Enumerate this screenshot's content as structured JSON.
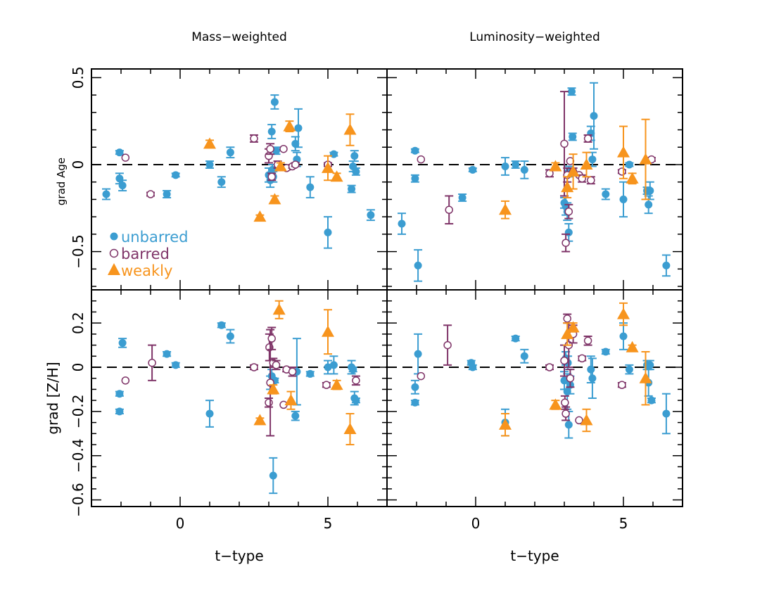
{
  "chart_data": {
    "type": "scatter",
    "column_titles": [
      "Mass−weighted",
      "Luminosity−weighted"
    ],
    "xlabel": "t−type",
    "ylabel_top": "grad Age",
    "ylabel_bottom": "grad [Z/H]",
    "xlim": [
      -3,
      7
    ],
    "xticks": [
      0,
      5
    ],
    "xtick_labels": [
      "0",
      "5"
    ],
    "ylim_top": [
      -0.72,
      0.55
    ],
    "ylim_bottom": [
      -0.63,
      0.35
    ],
    "yticks_top": [
      0.5,
      0,
      -0.5
    ],
    "ytick_labels_top": [
      "0.5",
      "0",
      "−0.5"
    ],
    "yticks_bottom": [
      0.2,
      0,
      -0.2,
      -0.4,
      -0.6
    ],
    "ytick_labels_bottom": [
      "0.2",
      "0",
      "−0.2",
      "−0.4",
      "−0.6"
    ],
    "reference_line_y": 0,
    "legend": {
      "placement": "lower-left of top-left panel",
      "entries": [
        {
          "key": "unbarred",
          "label": "unbarred",
          "color": "#3b9dd1",
          "marker": "filled-circle"
        },
        {
          "key": "barred",
          "label": "barred",
          "color": "#7f3468",
          "marker": "open-circle"
        },
        {
          "key": "weakly",
          "label": "weakly",
          "color": "#f7941d",
          "marker": "filled-triangle"
        }
      ]
    },
    "panels": [
      {
        "id": "mass-age",
        "series": {
          "unbarred": [
            [
              -2.5,
              -0.17,
              0.03
            ],
            [
              -2.05,
              0.07,
              0.01
            ],
            [
              -2.05,
              -0.08,
              0.03
            ],
            [
              -1.95,
              -0.12,
              0.03
            ],
            [
              -0.45,
              -0.17,
              0.02
            ],
            [
              -0.15,
              -0.06,
              0.01
            ],
            [
              1.0,
              0.0,
              0.02
            ],
            [
              1.4,
              -0.1,
              0.03
            ],
            [
              1.7,
              0.07,
              0.03
            ],
            [
              3.0,
              -0.06,
              0.04
            ],
            [
              3.05,
              -0.09,
              0.04
            ],
            [
              3.1,
              0.19,
              0.04
            ],
            [
              3.12,
              -0.03,
              0.03
            ],
            [
              3.15,
              -0.07,
              0.03
            ],
            [
              3.2,
              0.36,
              0.04
            ],
            [
              3.25,
              0.08,
              0.02
            ],
            [
              3.9,
              0.12,
              0.04
            ],
            [
              3.95,
              0.03,
              0.04
            ],
            [
              4.0,
              0.21,
              0.11
            ],
            [
              4.4,
              -0.13,
              0.06
            ],
            [
              5.0,
              -0.39,
              0.09
            ],
            [
              5.2,
              0.06,
              0.01
            ],
            [
              5.8,
              -0.14,
              0.02
            ],
            [
              5.85,
              -0.01,
              0.03
            ],
            [
              5.9,
              0.05,
              0.03
            ],
            [
              5.95,
              -0.04,
              0.02
            ],
            [
              6.45,
              -0.29,
              0.03
            ]
          ],
          "barred": [
            [
              -1.85,
              0.04,
              0
            ],
            [
              -1.0,
              -0.17,
              0.01
            ],
            [
              2.5,
              0.15,
              0.02
            ],
            [
              3.0,
              0.05,
              0.04
            ],
            [
              3.05,
              0.09,
              0.03
            ],
            [
              3.1,
              -0.07,
              0.02
            ],
            [
              3.3,
              0.0,
              0.02
            ],
            [
              3.5,
              0.09,
              0
            ],
            [
              3.6,
              -0.02,
              0.01
            ],
            [
              3.8,
              -0.01,
              0.01
            ],
            [
              3.9,
              0.0,
              0.01
            ],
            [
              5.0,
              0.0,
              0.01
            ]
          ],
          "weakly": [
            [
              1.0,
              0.12,
              0.02
            ],
            [
              2.7,
              -0.3,
              0.01
            ],
            [
              3.2,
              -0.2,
              0.02
            ],
            [
              3.4,
              -0.01,
              0.02
            ],
            [
              3.7,
              0.22,
              0.03
            ],
            [
              5.0,
              -0.02,
              0.07
            ],
            [
              5.3,
              -0.07,
              0.02
            ],
            [
              5.75,
              0.2,
              0.09
            ]
          ]
        }
      },
      {
        "id": "lum-age",
        "series": {
          "unbarred": [
            [
              -2.5,
              -0.34,
              0.06
            ],
            [
              -2.05,
              0.08,
              0.01
            ],
            [
              -2.05,
              -0.08,
              0.02
            ],
            [
              -1.95,
              -0.58,
              0.09
            ],
            [
              -0.1,
              -0.03,
              0.01
            ],
            [
              -0.45,
              -0.19,
              0.02
            ],
            [
              1.0,
              -0.01,
              0.05
            ],
            [
              1.35,
              0.0,
              0.02
            ],
            [
              1.65,
              -0.03,
              0.05
            ],
            [
              3.0,
              -0.22,
              0.03
            ],
            [
              3.05,
              -0.24,
              0.05
            ],
            [
              3.1,
              -0.27,
              0.05
            ],
            [
              3.15,
              -0.39,
              0.05
            ],
            [
              3.15,
              -0.04,
              0.03
            ],
            [
              3.25,
              0.42,
              0.02
            ],
            [
              3.28,
              0.16,
              0.02
            ],
            [
              3.9,
              0.18,
              0.04
            ],
            [
              3.95,
              0.03,
              0.04
            ],
            [
              4.0,
              0.28,
              0.19
            ],
            [
              4.4,
              -0.17,
              0.03
            ],
            [
              5.0,
              -0.2,
              0.1
            ],
            [
              5.2,
              0.0,
              0.01
            ],
            [
              5.8,
              -0.15,
              0.02
            ],
            [
              5.85,
              -0.23,
              0.05
            ],
            [
              5.9,
              -0.15,
              0.05
            ],
            [
              6.45,
              -0.58,
              0.06
            ]
          ],
          "barred": [
            [
              -1.85,
              0.03,
              0
            ],
            [
              -0.9,
              -0.26,
              0.08
            ],
            [
              2.5,
              -0.05,
              0.02
            ],
            [
              3.0,
              0.12,
              0.3
            ],
            [
              3.05,
              -0.45,
              0.05
            ],
            [
              3.1,
              -0.06,
              0.04
            ],
            [
              3.15,
              -0.27,
              0.04
            ],
            [
              3.2,
              0.02,
              0
            ],
            [
              3.3,
              -0.04,
              0.02
            ],
            [
              3.5,
              -0.06,
              0
            ],
            [
              3.6,
              -0.08,
              0.02
            ],
            [
              3.8,
              0.15,
              0.02
            ],
            [
              3.9,
              -0.09,
              0.02
            ],
            [
              4.95,
              -0.04,
              0.01
            ],
            [
              5.95,
              0.03,
              0.01
            ]
          ],
          "weakly": [
            [
              1.0,
              -0.26,
              0.05
            ],
            [
              2.7,
              -0.01,
              0.02
            ],
            [
              3.1,
              -0.13,
              0.06
            ],
            [
              3.3,
              -0.04,
              0.1
            ],
            [
              3.75,
              0.0,
              0.07
            ],
            [
              5.0,
              0.07,
              0.15
            ],
            [
              5.3,
              -0.08,
              0.03
            ],
            [
              5.75,
              0.03,
              0.23
            ]
          ]
        }
      },
      {
        "id": "mass-zh",
        "series": {
          "unbarred": [
            [
              -2.05,
              -0.12,
              0.01
            ],
            [
              -2.05,
              -0.2,
              0.01
            ],
            [
              -1.95,
              0.11,
              0.02
            ],
            [
              -0.45,
              0.06,
              0.01
            ],
            [
              -0.15,
              0.01,
              0.01
            ],
            [
              1.0,
              -0.21,
              0.06
            ],
            [
              1.4,
              0.19,
              0.01
            ],
            [
              1.7,
              0.14,
              0.03
            ],
            [
              3.05,
              -0.07,
              0.03
            ],
            [
              3.1,
              -0.04,
              0.03
            ],
            [
              3.15,
              -0.49,
              0.08
            ],
            [
              3.2,
              -0.06,
              0.01
            ],
            [
              3.9,
              -0.22,
              0.02
            ],
            [
              3.95,
              -0.02,
              0.15
            ],
            [
              4.4,
              -0.03,
              0.01
            ],
            [
              5.0,
              0.0,
              0.03
            ],
            [
              5.2,
              0.01,
              0.04
            ],
            [
              5.8,
              0.0,
              0.03
            ],
            [
              5.85,
              -0.01,
              0.01
            ],
            [
              5.9,
              -0.14,
              0.03
            ],
            [
              5.95,
              -0.15,
              0.01
            ]
          ],
          "barred": [
            [
              -1.85,
              -0.06,
              0
            ],
            [
              -0.95,
              0.02,
              0.08
            ],
            [
              2.5,
              0.0,
              0.01
            ],
            [
              3.0,
              -0.16,
              0.02
            ],
            [
              3.02,
              0.09,
              0.06
            ],
            [
              3.05,
              -0.07,
              0.24
            ],
            [
              3.1,
              0.13,
              0.05
            ],
            [
              3.15,
              0.02,
              0.02
            ],
            [
              3.25,
              0.01,
              0.02
            ],
            [
              3.5,
              -0.17,
              0
            ],
            [
              3.6,
              -0.01,
              0.01
            ],
            [
              3.8,
              -0.02,
              0.02
            ],
            [
              4.95,
              -0.08,
              0.01
            ],
            [
              5.95,
              -0.06,
              0.02
            ]
          ],
          "weakly": [
            [
              2.7,
              -0.24,
              0.01
            ],
            [
              3.15,
              -0.1,
              0.02
            ],
            [
              3.35,
              0.26,
              0.04
            ],
            [
              3.75,
              -0.15,
              0.04
            ],
            [
              5.0,
              0.16,
              0.1
            ],
            [
              5.3,
              -0.08,
              0.02
            ],
            [
              5.75,
              -0.28,
              0.07
            ]
          ]
        }
      },
      {
        "id": "lum-zh",
        "series": {
          "unbarred": [
            [
              -2.05,
              -0.09,
              0.03
            ],
            [
              -2.05,
              -0.16,
              0.01
            ],
            [
              -1.95,
              0.06,
              0.09
            ],
            [
              -0.15,
              0.02,
              0.01
            ],
            [
              -0.1,
              0.0,
              0.01
            ],
            [
              1.0,
              -0.25,
              0.06
            ],
            [
              1.35,
              0.13,
              0.01
            ],
            [
              1.65,
              0.05,
              0.03
            ],
            [
              3.0,
              -0.06,
              0.04
            ],
            [
              3.05,
              0.04,
              0.03
            ],
            [
              3.1,
              -0.11,
              0.08
            ],
            [
              3.12,
              0.02,
              0.03
            ],
            [
              3.15,
              -0.26,
              0.06
            ],
            [
              3.2,
              -0.08,
              0.04
            ],
            [
              3.9,
              -0.01,
              0.06
            ],
            [
              3.95,
              -0.05,
              0.09
            ],
            [
              4.4,
              0.07,
              0.01
            ],
            [
              5.0,
              0.14,
              0.06
            ],
            [
              5.2,
              -0.01,
              0.02
            ],
            [
              5.8,
              0.01,
              0.02
            ],
            [
              5.85,
              -0.07,
              0.06
            ],
            [
              5.9,
              0.01,
              0.02
            ],
            [
              5.95,
              -0.15,
              0.01
            ],
            [
              6.45,
              -0.21,
              0.09
            ]
          ],
          "barred": [
            [
              -1.85,
              -0.04,
              0
            ],
            [
              -0.95,
              0.1,
              0.09
            ],
            [
              2.5,
              0.0,
              0.01
            ],
            [
              3.0,
              0.03,
              0.07
            ],
            [
              3.02,
              -0.16,
              0.03
            ],
            [
              3.05,
              -0.21,
              0.03
            ],
            [
              3.1,
              0.22,
              0.02
            ],
            [
              3.15,
              0.1,
              0.1
            ],
            [
              3.2,
              -0.05,
              0.04
            ],
            [
              3.3,
              0.15,
              0.04
            ],
            [
              3.5,
              -0.24,
              0
            ],
            [
              3.6,
              0.04,
              0.01
            ],
            [
              3.8,
              0.12,
              0.02
            ],
            [
              4.95,
              -0.08,
              0.01
            ]
          ],
          "weakly": [
            [
              1.0,
              -0.26,
              0.05
            ],
            [
              2.7,
              -0.17,
              0.02
            ],
            [
              3.1,
              0.15,
              0.05
            ],
            [
              3.3,
              0.18,
              0.02
            ],
            [
              3.75,
              -0.24,
              0.05
            ],
            [
              5.0,
              0.24,
              0.05
            ],
            [
              5.3,
              0.09,
              0.01
            ],
            [
              5.75,
              -0.05,
              0.12
            ]
          ]
        }
      }
    ]
  }
}
